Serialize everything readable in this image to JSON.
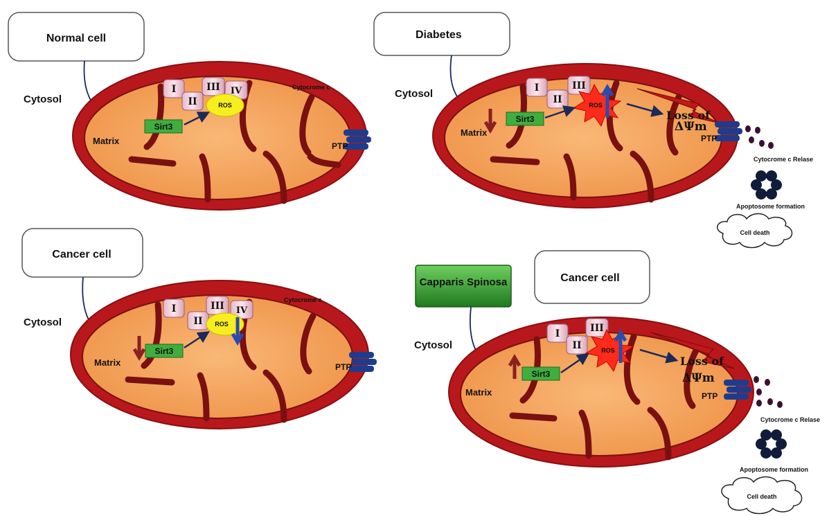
{
  "panels": {
    "normal": {
      "title": "Normal cell",
      "cytosol": "Cytosol",
      "matrix": "Matrix",
      "sirt3": "Sirt3",
      "ros": "ROS",
      "cytochrome": "Cytocrome c",
      "ptp": "PTP",
      "complexes": [
        "I",
        "II",
        "III",
        "IV"
      ]
    },
    "diabetes": {
      "title": "Diabetes",
      "cytosol": "Cytosol",
      "matrix": "Matrix",
      "sirt3": "Sirt3",
      "ros": "ROS",
      "loss_of": "Loss of",
      "delta_psi": "ΔΨm",
      "ptp": "PTP",
      "release": "Cytocrome c Relase",
      "apoptosome": "Apoptosome formation",
      "cell_death": "Cell death",
      "complexes": [
        "I",
        "II",
        "III"
      ]
    },
    "cancer": {
      "title": "Cancer cell",
      "cytosol": "Cytosol",
      "matrix": "Matrix",
      "sirt3": "Sirt3",
      "ros": "ROS",
      "cytochrome": "Cytocrome c",
      "ptp": "PTP",
      "complexes": [
        "I",
        "II",
        "III",
        "IV"
      ]
    },
    "cancer_treated": {
      "agent": "Capparis Spinosa",
      "title": "Cancer cell",
      "cytosol": "Cytosol",
      "matrix": "Matrix",
      "sirt3": "Sirt3",
      "ros": "ROS",
      "loss_of": "Loss of",
      "delta_psi": "ΔΨm",
      "ptp": "PTP",
      "release": "Cytocrome c Relase",
      "apoptosome": "Apoptosome formation",
      "cell_death": "Cell death",
      "complexes": [
        "I",
        "II",
        "III"
      ]
    }
  },
  "colors": {
    "outer_membrane": "#b8181c",
    "matrix": "#f6a45c",
    "cristae_border": "#7a1010",
    "sirt3": "#3fae3f",
    "ros_normal": "#f6ee1e",
    "ros_burst": "#ff2a1a",
    "ptp": "#1f3c8c",
    "agent_box": "#2f8f2f",
    "arrow_up": "#2a4bb0",
    "arrow_sirt_down": "#8a2020"
  }
}
